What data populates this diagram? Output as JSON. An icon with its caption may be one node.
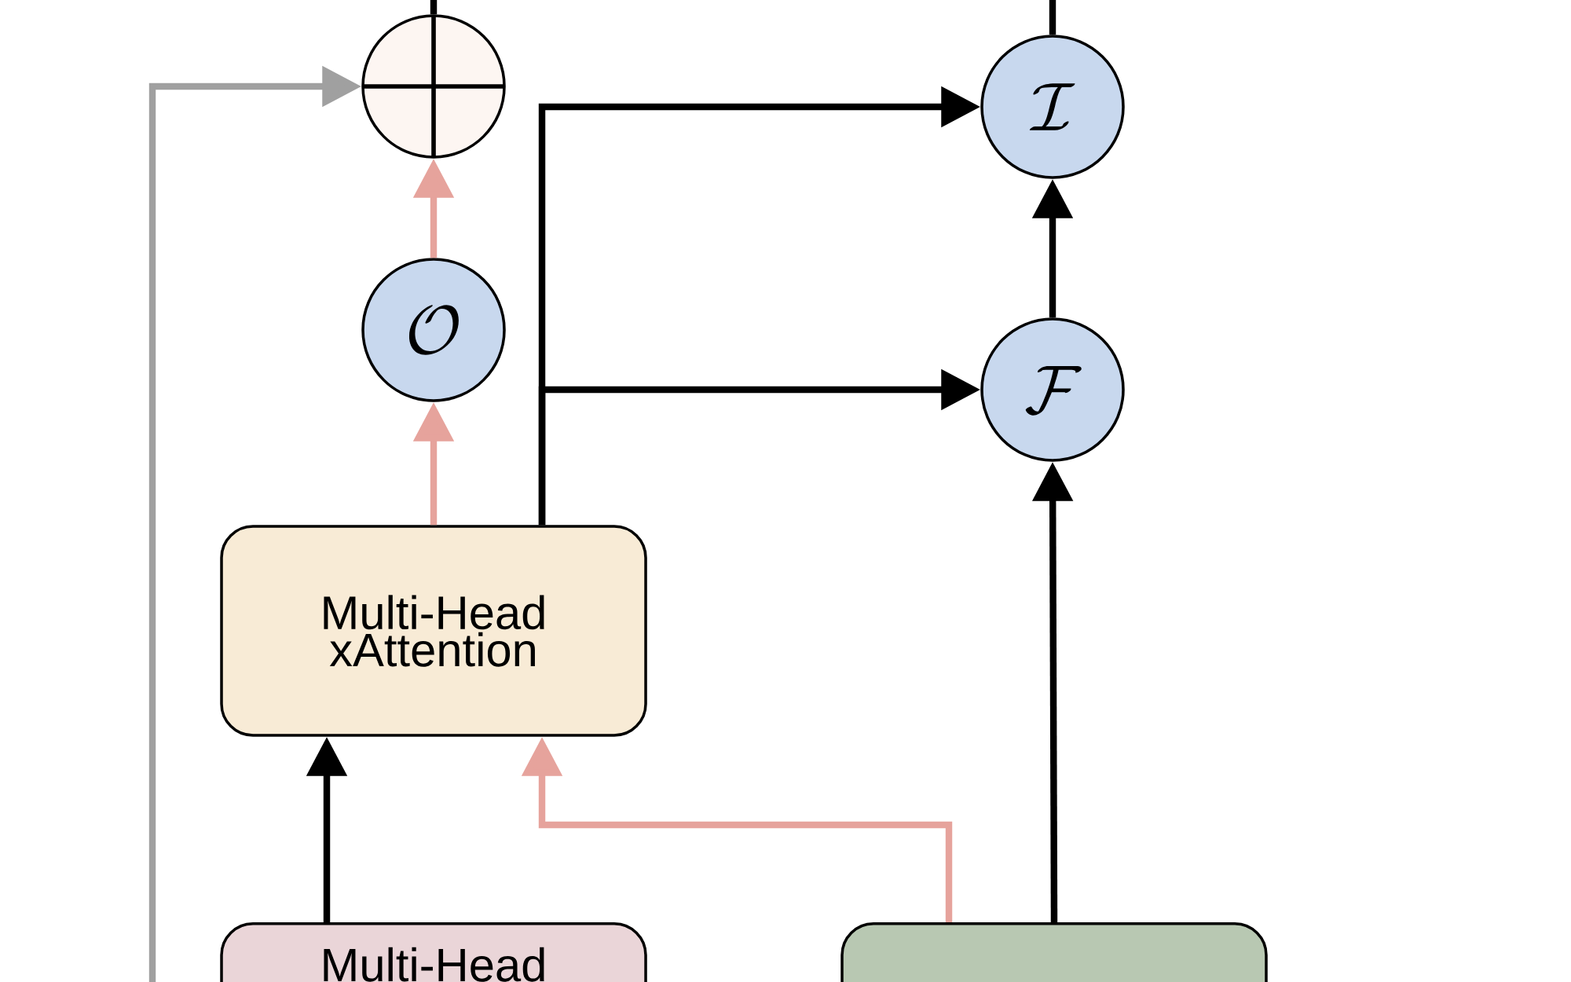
{
  "diagram": {
    "nodes": [
      {
        "text": [],
        "shape": "circle"
      },
      {
        "text": [
          "\\mathcal{O}"
        ]
      },
      {
        "text": [
          "\\mathcal{I}"
        ]
      },
      {
        "text": [
          "\\mathcal{F}"
        ]
      },
      {
        "text": [
          "Multi-Head xAttention"
        ]
      },
      {
        "text": [
          "Multi-Head"
        ]
      },
      {
        "text": [],
        "shape": "box"
      }
    ],
    "edges": [
      {
        "from": 4,
        "to": 1,
        "arrow": "to",
        "color": "#e6a39c"
      },
      {
        "from": 1,
        "to": 0,
        "arrow": "to",
        "color": "#e6a39c"
      },
      {
        "from": 4,
        "to": 2,
        "arrow": "to"
      },
      {
        "from": 4,
        "to": 3,
        "arrow": "to"
      },
      {
        "from": 3,
        "to": 2,
        "arrow": "to"
      },
      {
        "from": 6,
        "to": 3,
        "arrow": "to"
      },
      {
        "from": 6,
        "to": 4,
        "arrow": "to",
        "color": "#e6a39c"
      },
      {
        "from": 5,
        "to": 4,
        "arrow": "to"
      },
      {
        "from": null,
        "to": 0,
        "arrow": "to",
        "color": "#a0a0a0"
      },
      {
        "from": 2,
        "to": null,
        "arrow": "none"
      },
      {
        "from": 0,
        "to": null,
        "arrow": "none"
      }
    ]
  }
}
